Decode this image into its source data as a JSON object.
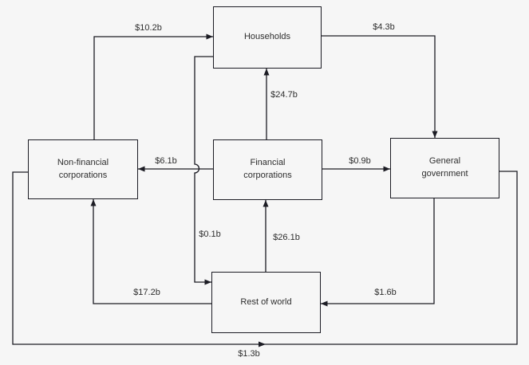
{
  "colors": {
    "background": "#f6f6f6",
    "line": "#1c1c24",
    "text": "#2e2e2e"
  },
  "nodes": {
    "households": {
      "label": "Households"
    },
    "non_financial_corporations": {
      "label": "Non-financial corporations"
    },
    "financial_corporations": {
      "label": "Financial corporations"
    },
    "general_government": {
      "label": "General government"
    },
    "rest_of_world": {
      "label": "Rest of world"
    }
  },
  "flows": [
    {
      "from": "Non-financial corporations",
      "to": "Households",
      "amount": "$10.2b"
    },
    {
      "from": "Households",
      "to": "General government",
      "amount": "$4.3b"
    },
    {
      "from": "Financial corporations",
      "to": "Households",
      "amount": "$24.7b"
    },
    {
      "from": "Financial corporations",
      "to": "Non-financial corporations",
      "amount": "$6.1b"
    },
    {
      "from": "Financial corporations",
      "to": "General government",
      "amount": "$0.9b"
    },
    {
      "from": "Households",
      "to": "Rest of world",
      "amount": "$0.1b"
    },
    {
      "from": "Rest of world",
      "to": "Financial corporations",
      "amount": "$26.1b"
    },
    {
      "from": "Rest of world",
      "to": "Non-financial corporations",
      "amount": "$17.2b"
    },
    {
      "from": "General government",
      "to": "Rest of world",
      "amount": "$1.6b"
    },
    {
      "from": "Non-financial corporations",
      "to": "General government",
      "amount": "$1.3b"
    }
  ]
}
